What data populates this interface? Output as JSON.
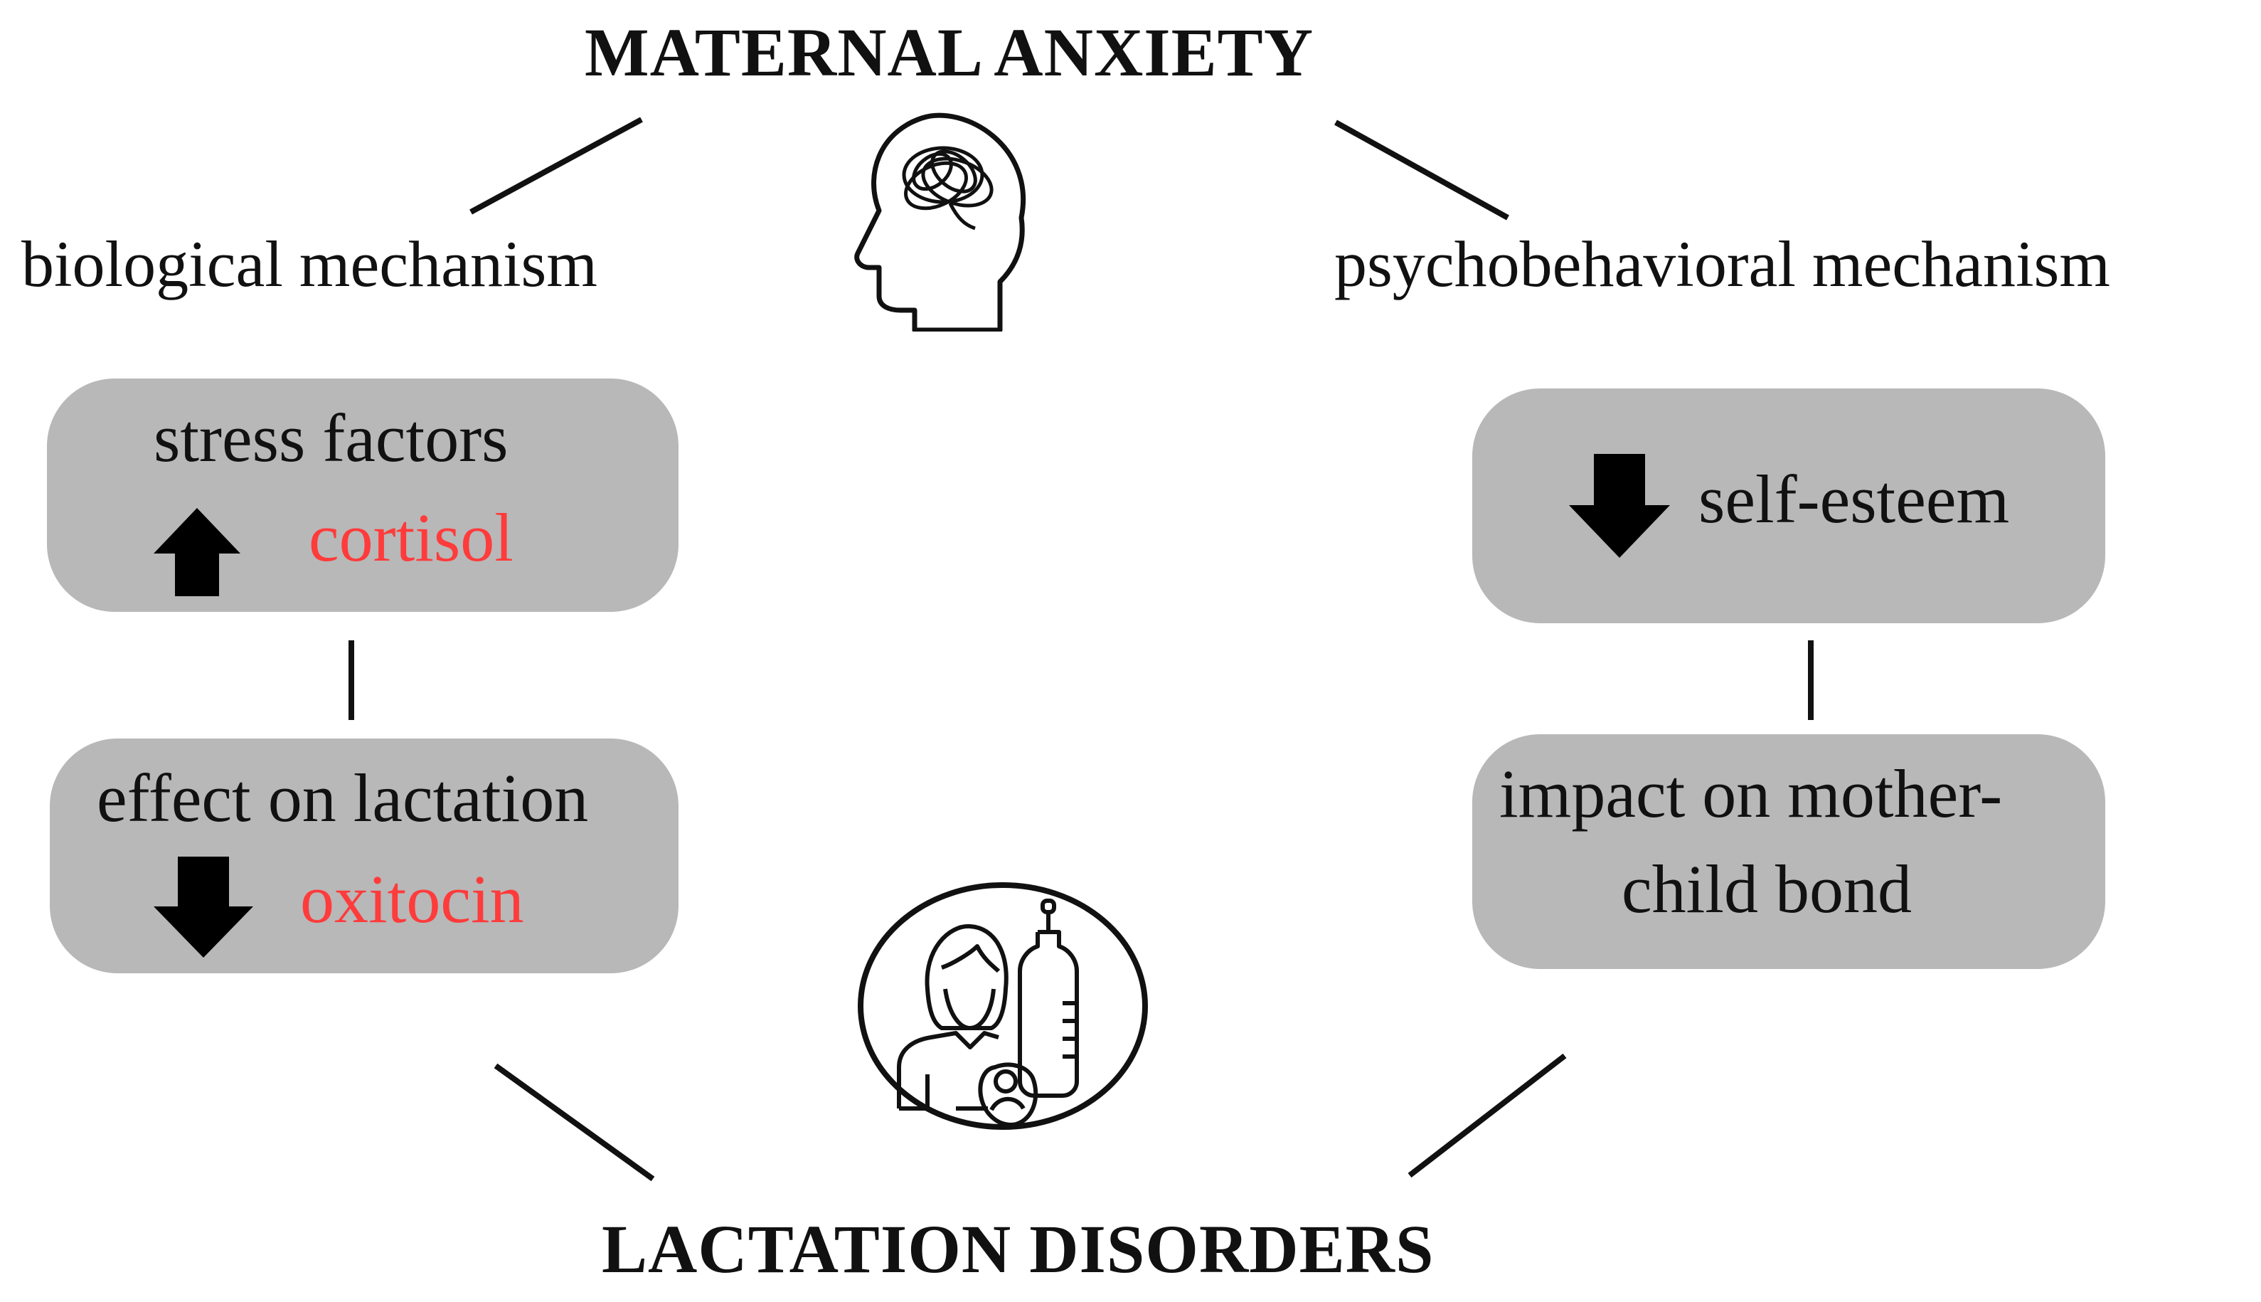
{
  "title_top": "MATERNAL ANXIETY",
  "title_bottom": "LACTATION DISORDERS",
  "left_mechanism": "biological mechanism",
  "right_mechanism": "psychobehavioral mechanism",
  "left_box_1": {
    "line1": "stress factors",
    "highlight": "cortisol",
    "arrow": "up-arrow-icon"
  },
  "left_box_2": {
    "line1": "effect on lactation",
    "highlight": "oxitocin",
    "arrow": "down-arrow-icon"
  },
  "right_box_1": {
    "label": "self-esteem",
    "arrow": "down-arrow-icon"
  },
  "right_box_2": {
    "line1": "impact on mother-",
    "line2": "child bond"
  },
  "icons": [
    "head-brain-tangle-icon",
    "mother-baby-bottle-icon"
  ],
  "colors": {
    "box": "#b8b8b8",
    "highlight": "#ff3b3b",
    "ink": "#111111"
  }
}
